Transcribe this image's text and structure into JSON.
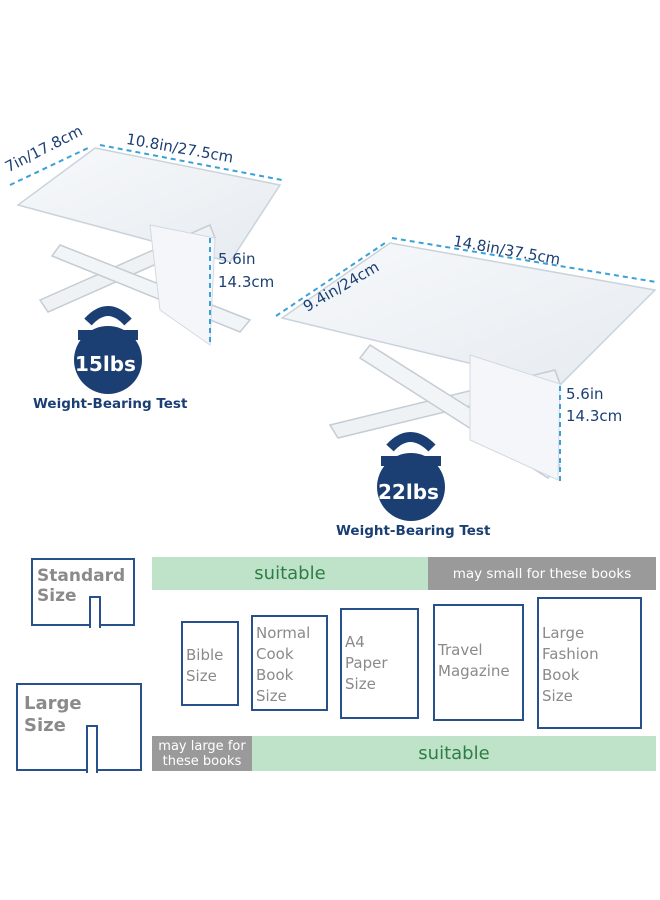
{
  "small_stand": {
    "depth": "7in/17.8cm",
    "width": "10.8in/27.5cm",
    "height_in": "5.6in",
    "height_cm": "14.3cm",
    "weight": "15lbs",
    "caption": "Weight-Bearing Test"
  },
  "large_stand": {
    "depth": "9.4in/24cm",
    "width": "14.8in/37.5cm",
    "height_in": "5.6in",
    "height_cm": "14.3cm",
    "weight": "22lbs",
    "caption": "Weight-Bearing Test"
  },
  "sizes": {
    "standard_label": "Standard\nSize",
    "large_label": "Large\nSize",
    "standard_suitable": "suitable",
    "standard_small": "may small for these books",
    "large_large": "may large for\nthese books",
    "large_suitable": "suitable"
  },
  "books": [
    "Bible\nSize",
    "Normal\nCook\nBook\nSize",
    "A4\nPaper\nSize",
    "Travel\nMagazine",
    "Large\nFashion\nBook\nSize"
  ],
  "colors": {
    "navy": "#1b3f73",
    "dashed_blue": "#3aa0d8",
    "green_bar": "#bfe3c9",
    "green_text": "#2e7d45",
    "grey_bar": "#9a9a9a"
  }
}
